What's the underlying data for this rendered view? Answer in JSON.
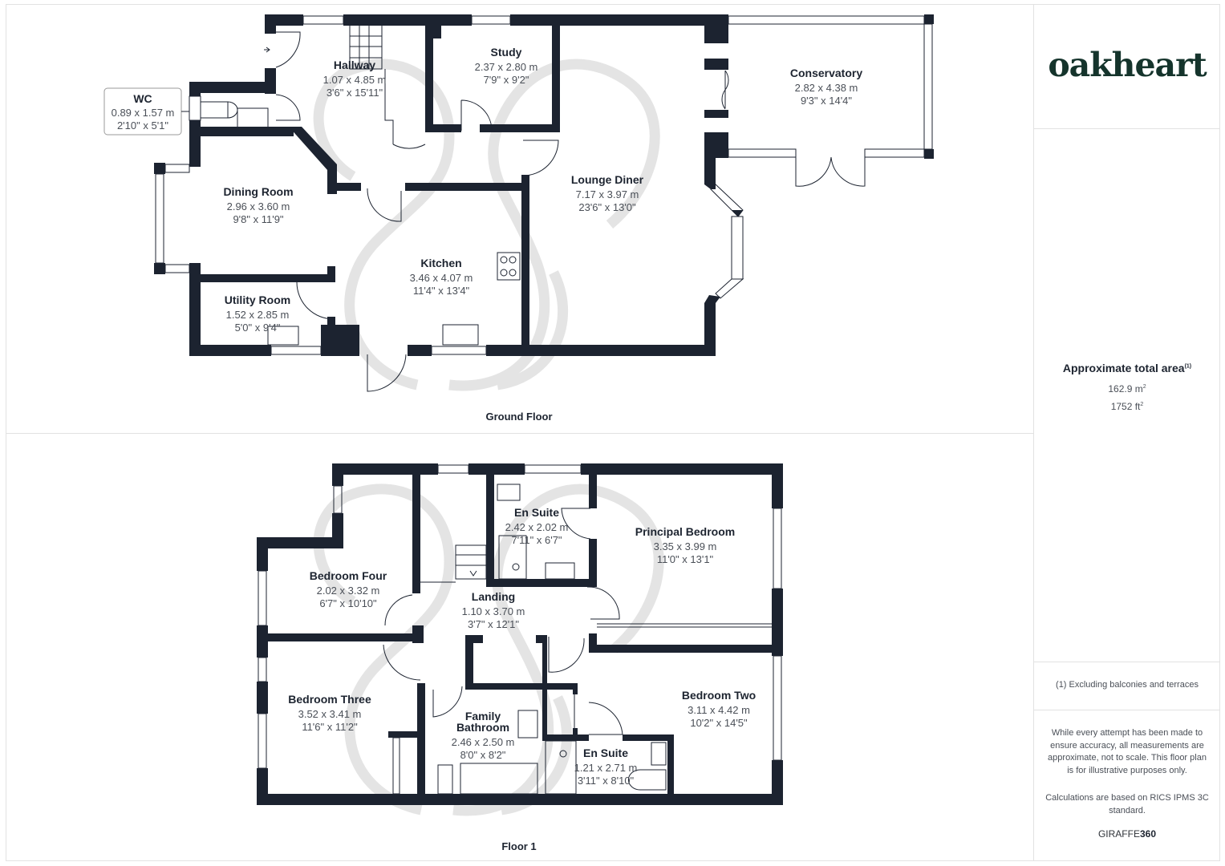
{
  "brand": {
    "logo_text": "oakheart",
    "logo_color": "#15342c",
    "wall_color": "#1c2330",
    "watermark_color": "#e4e4e4"
  },
  "ground_floor": {
    "label": "Ground Floor",
    "rooms": [
      {
        "name": "WC",
        "metric": "0.89 x 1.57 m",
        "imperial": "2'10\" x 5'1\""
      },
      {
        "name": "Hallway",
        "metric": "1.07 x 4.85 m",
        "imperial": "3'6\" x 15'11\""
      },
      {
        "name": "Study",
        "metric": "2.37 x 2.80 m",
        "imperial": "7'9\" x 9'2\""
      },
      {
        "name": "Conservatory",
        "metric": "2.82 x 4.38 m",
        "imperial": "9'3\" x 14'4\""
      },
      {
        "name": "Lounge Diner",
        "metric": "7.17 x 3.97 m",
        "imperial": "23'6\" x 13'0\""
      },
      {
        "name": "Dining Room",
        "metric": "2.96 x 3.60 m",
        "imperial": "9'8\" x 11'9\""
      },
      {
        "name": "Kitchen",
        "metric": "3.46 x 4.07 m",
        "imperial": "11'4\" x 13'4\""
      },
      {
        "name": "Utility Room",
        "metric": "1.52 x 2.85 m",
        "imperial": "5'0\" x 9'4\""
      }
    ]
  },
  "floor_1": {
    "label": "Floor 1",
    "rooms": [
      {
        "name": "En Suite",
        "metric": "2.42 x 2.02 m",
        "imperial": "7'11\" x 6'7\""
      },
      {
        "name": "Principal Bedroom",
        "metric": "3.35 x 3.99 m",
        "imperial": "11'0\" x 13'1\""
      },
      {
        "name": "Bedroom Four",
        "metric": "2.02 x 3.32 m",
        "imperial": "6'7\" x 10'10\""
      },
      {
        "name": "Landing",
        "metric": "1.10 x 3.70 m",
        "imperial": "3'7\" x 12'1\""
      },
      {
        "name": "Bedroom Three",
        "metric": "3.52 x 3.41 m",
        "imperial": "11'6\" x 11'2\""
      },
      {
        "name_line1": "Family",
        "name_line2": "Bathroom",
        "metric": "2.46 x 2.50 m",
        "imperial": "8'0\" x 8'2\""
      },
      {
        "name": "Bedroom Two",
        "metric": "3.11 x 4.42 m",
        "imperial": "10'2\" x 14'5\""
      },
      {
        "name": "En Suite",
        "metric": "1.21 x 2.71 m",
        "imperial": "3'11\" x 8'10\""
      }
    ]
  },
  "sidebar": {
    "area_title": "Approximate total area",
    "area_footnote_mark": "(1)",
    "area_m2_value": "162.9 m",
    "area_m2_unit_sup": "2",
    "area_ft2_value": "1752 ft",
    "area_ft2_unit_sup": "2",
    "footnote": "(1) Excluding balconies and terraces",
    "disclaimer": "While every attempt has been made to ensure accuracy, all measurements are approximate, not to scale. This floor plan is for illustrative purposes only.",
    "calculations": "Calculations are based on RICS IPMS 3C standard.",
    "credit_prefix": "GIRAFFE",
    "credit_suffix": "360"
  }
}
